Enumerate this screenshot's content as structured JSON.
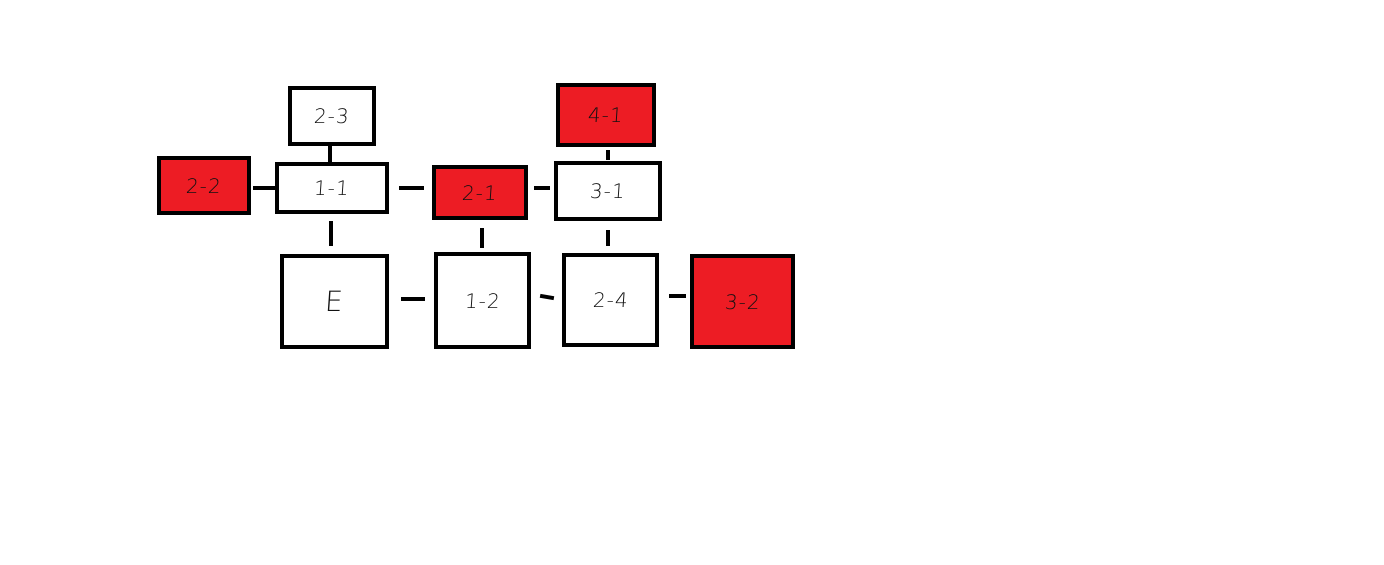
{
  "diagram": {
    "nodes": [
      {
        "id": "node-2-3",
        "label": "2-3",
        "fill": "white"
      },
      {
        "id": "node-4-1",
        "label": "4-1",
        "fill": "red"
      },
      {
        "id": "node-2-2",
        "label": "2-2",
        "fill": "red"
      },
      {
        "id": "node-1-1",
        "label": "1-1",
        "fill": "white"
      },
      {
        "id": "node-2-1",
        "label": "2-1",
        "fill": "red"
      },
      {
        "id": "node-3-1",
        "label": "3-1",
        "fill": "white"
      },
      {
        "id": "node-E",
        "label": "E",
        "fill": "white"
      },
      {
        "id": "node-1-2",
        "label": "1-2",
        "fill": "white"
      },
      {
        "id": "node-2-4",
        "label": "2-4",
        "fill": "white"
      },
      {
        "id": "node-3-2",
        "label": "3-2",
        "fill": "red"
      }
    ],
    "connections": [
      [
        "2-3",
        "1-1"
      ],
      [
        "4-1",
        "3-1"
      ],
      [
        "2-2",
        "1-1"
      ],
      [
        "1-1",
        "2-1"
      ],
      [
        "2-1",
        "3-1"
      ],
      [
        "1-1",
        "E"
      ],
      [
        "2-1",
        "1-2"
      ],
      [
        "3-1",
        "2-4"
      ],
      [
        "E",
        "1-2"
      ],
      [
        "1-2",
        "2-4"
      ],
      [
        "2-4",
        "3-2"
      ]
    ],
    "colors": {
      "red_fill": "#ed1c24",
      "white_fill": "#ffffff",
      "border": "#000000"
    }
  }
}
